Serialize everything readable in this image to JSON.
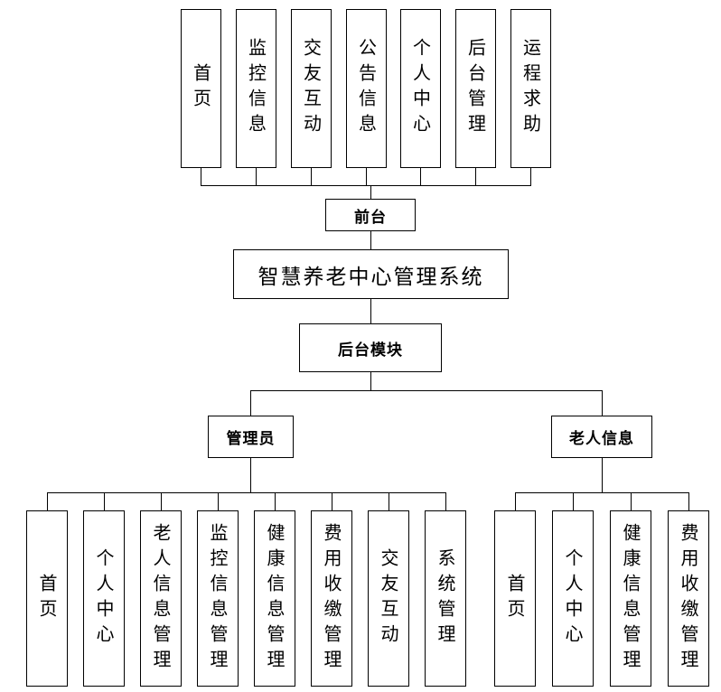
{
  "diagram": {
    "title": "智慧养老中心管理系统",
    "front_node": "前台",
    "backend_node": "后台模块",
    "admin_node": "管理员",
    "elder_node": "老人信息",
    "front_items": [
      "首页",
      "监控信息",
      "交友互动",
      "公告信息",
      "个人中心",
      "后台管理",
      "运程求助"
    ],
    "admin_items": [
      "首页",
      "个人中心",
      "老人信息管理",
      "监控信息管理",
      "健康信息管理",
      "费用收缴管理",
      "交友互动",
      "系统管理"
    ],
    "elder_items": [
      "首页",
      "个人中心",
      "健康信息管理",
      "费用收缴管理"
    ],
    "line_color": "#000000",
    "background_color": "#ffffff"
  }
}
